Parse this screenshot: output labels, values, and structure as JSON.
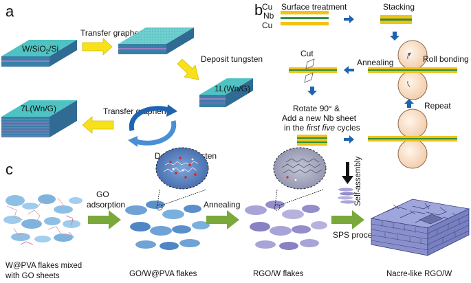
{
  "panels": {
    "a": "a",
    "b": "b",
    "c": "c"
  },
  "panel_a": {
    "substrate": "W/SiO",
    "substrate_sub": "2",
    "substrate_tail": "/Si",
    "transfer_top": "Transfer graphene",
    "deposit_right": "Deposit tungsten",
    "layer_1": "1L(Wn/G)",
    "layer_7": "7L(Wn/G)",
    "transfer_bottom": "Transfer graphene",
    "deposit_bottom": "Deposit tungsten"
  },
  "panel_b": {
    "cu_top": "Cu",
    "nb": "Nb",
    "cu_bottom": "Cu",
    "surface_treatment": "Surface treatment",
    "stacking": "Stacking",
    "cut": "Cut",
    "annealing": "Annealing",
    "roll_bonding": "Roll bonding",
    "rotate_line1": "Rotate 90° &",
    "rotate_line2": "Add a new Nb sheet",
    "rotate_line3_pre": "in the ",
    "rotate_line3_em": "first five",
    "rotate_line3_post": " cycles",
    "repeat": "Repeat"
  },
  "panel_c": {
    "go_adsorption_1": "GO",
    "go_adsorption_2": "adsorption",
    "annealing": "Annealing",
    "self_assembly": "Self-assembly",
    "sps_process": "SPS process",
    "caption_1_line1": "W@PVA flakes mixed",
    "caption_1_line2": "with GO sheets",
    "caption_2": "GO/W@PVA flakes",
    "caption_3": "RGO/W flakes",
    "caption_4": "Nacre-like RGO/W"
  },
  "colors": {
    "teal_top": "#4fc3c3",
    "layer_side": "#3a7fa8",
    "arrow_yellow": "#f7e21a",
    "arrow_blue": "#1f63b0",
    "cu_yellow": "#f2c219",
    "nb_green": "#2f8f3a",
    "arrow_green": "#7ba83a",
    "flake_blue": "#8ec0e6",
    "flake_violet": "#a9a4d8"
  }
}
